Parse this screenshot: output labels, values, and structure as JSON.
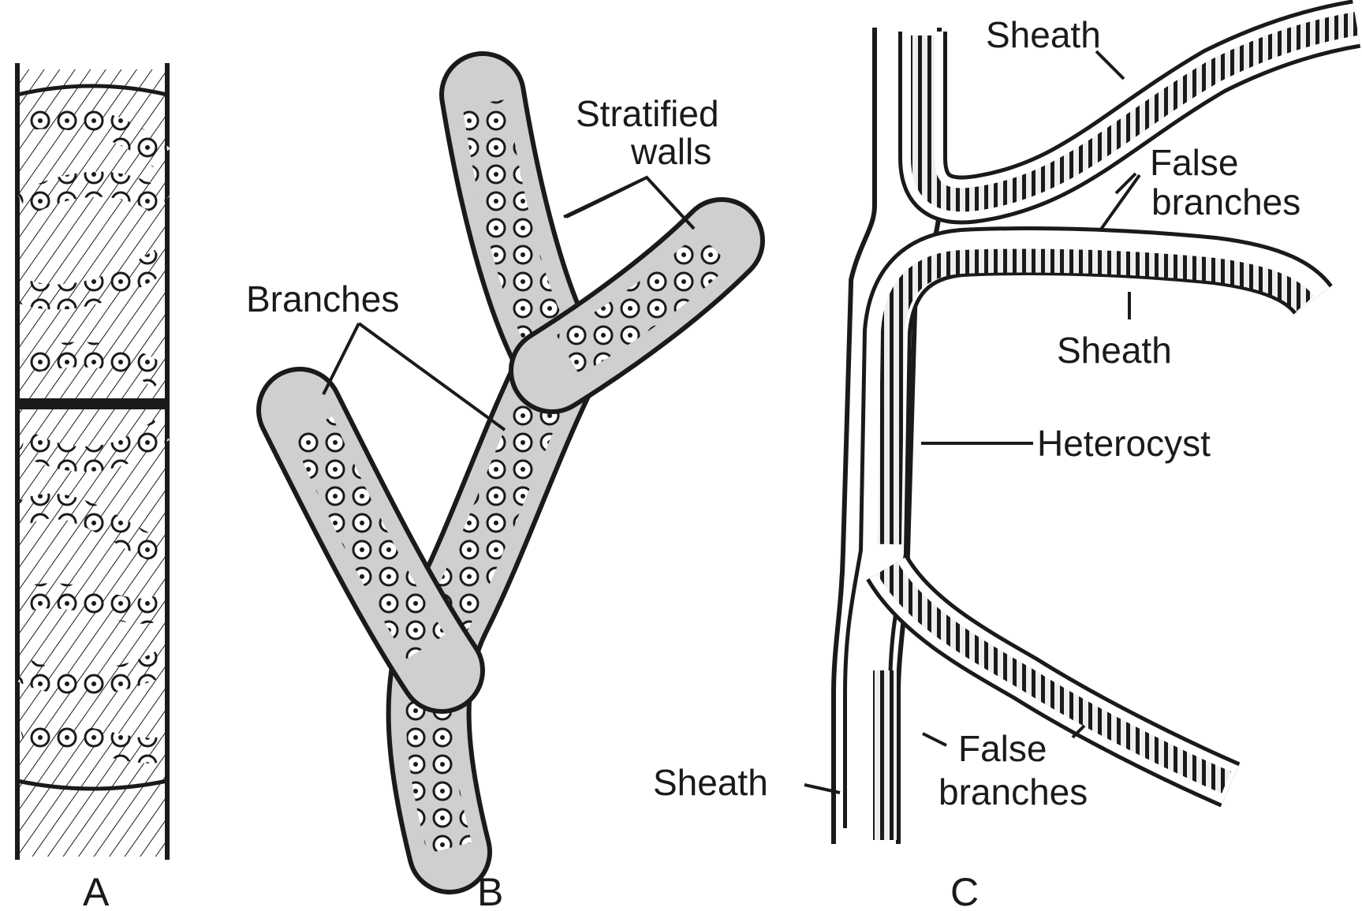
{
  "panels": {
    "a": {
      "letter": "A"
    },
    "b": {
      "letter": "B",
      "stratified_line1": "Stratified",
      "stratified_line2": "walls",
      "branches": "Branches"
    },
    "c": {
      "letter": "C",
      "sheath_top": "Sheath",
      "false_branches_upper_line1": "False",
      "false_branches_upper_line2": "branches",
      "sheath_middle": "Sheath",
      "heterocyst": "Heterocyst",
      "false_branches_lower_line1": "False",
      "false_branches_lower_line2": "branches",
      "sheath_bottom": "Sheath"
    }
  },
  "colors": {
    "ink": "#1a1a1a",
    "sheath_fill": "#cfcfcf",
    "background": "#ffffff"
  }
}
